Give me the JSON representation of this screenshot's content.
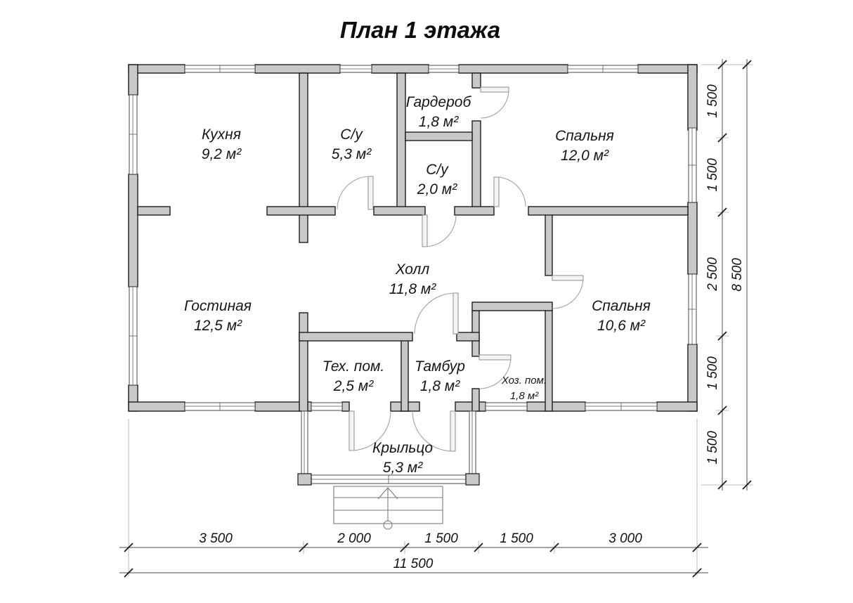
{
  "title": "План 1 этажа",
  "rooms": {
    "kitchen": {
      "name": "Кухня",
      "area": "9,2 м²"
    },
    "bathroom_large": {
      "name": "С/у",
      "area": "5,3 м²"
    },
    "wardrobe": {
      "name": "Гардероб",
      "area": "1,8 м²"
    },
    "bathroom_small": {
      "name": "С/у",
      "area": "2,0 м²"
    },
    "bedroom_top": {
      "name": "Спальня",
      "area": "12,0 м²"
    },
    "living_room": {
      "name": "Гостиная",
      "area": "12,5 м²"
    },
    "hall": {
      "name": "Холл",
      "area": "11,8 м²"
    },
    "bedroom_right": {
      "name": "Спальня",
      "area": "10,6 м²"
    },
    "utility_room": {
      "name": "Тех. пом.",
      "area": "2,5 м²"
    },
    "vestibule": {
      "name": "Тамбур",
      "area": "1,8 м²"
    },
    "storage_room": {
      "name": "Хоз. пом.",
      "area": "1,8 м²"
    },
    "porch": {
      "name": "Крыльцо",
      "area": "5,3 м²"
    }
  },
  "dimensions": {
    "bottom": {
      "segments": [
        "3 500",
        "2 000",
        "1 500",
        "1 500",
        "3 000"
      ],
      "total": "11 500"
    },
    "right": {
      "segments": [
        "1 500",
        "1 500",
        "2 500",
        "1 500",
        "1 500"
      ],
      "total": "8 500"
    }
  },
  "colors": {
    "wall_fill": "#c9c9c9",
    "wall_outline": "#1c1c1c",
    "background": "#ffffff"
  }
}
